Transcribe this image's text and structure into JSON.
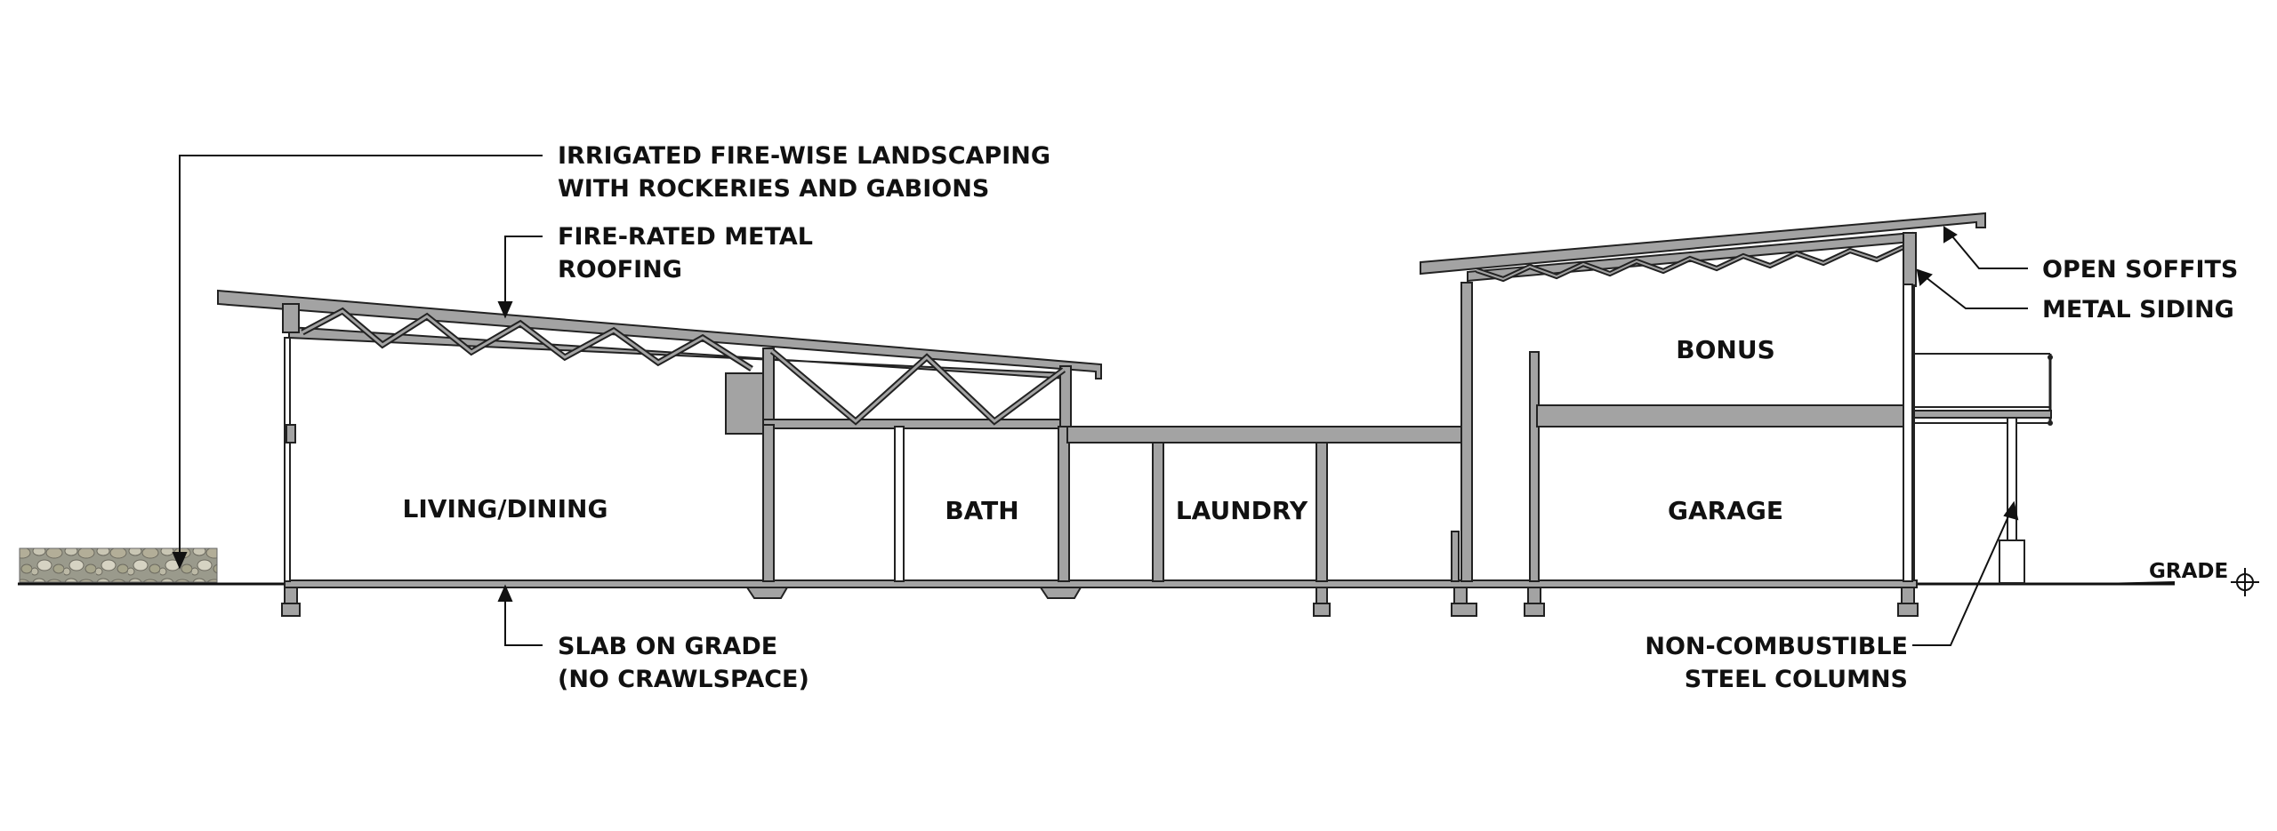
{
  "colors": {
    "background": "#ffffff",
    "structure_fill": "#a3a3a3",
    "line": "#222222",
    "text": "#111111"
  },
  "icons": {
    "grade_marker": "crosshair-circle-icon",
    "gabion": "gabion-rock-texture"
  },
  "annotations": {
    "landscaping": {
      "line1": "IRRIGATED FIRE-WISE LANDSCAPING",
      "line2": "WITH ROCKERIES AND GABIONS"
    },
    "roofing": {
      "line1": "FIRE-RATED METAL",
      "line2": "ROOFING"
    },
    "slab": {
      "line1": "SLAB ON GRADE",
      "line2": "(NO CRAWLSPACE)"
    },
    "soffits": "OPEN SOFFITS",
    "siding": "METAL SIDING",
    "columns": {
      "line1": "NON-COMBUSTIBLE",
      "line2": "STEEL COLUMNS"
    },
    "grade": "GRADE"
  },
  "rooms": {
    "living": "LIVING/DINING",
    "bath": "BATH",
    "laundry": "LAUNDRY",
    "bonus": "BONUS",
    "garage": "GARAGE"
  }
}
